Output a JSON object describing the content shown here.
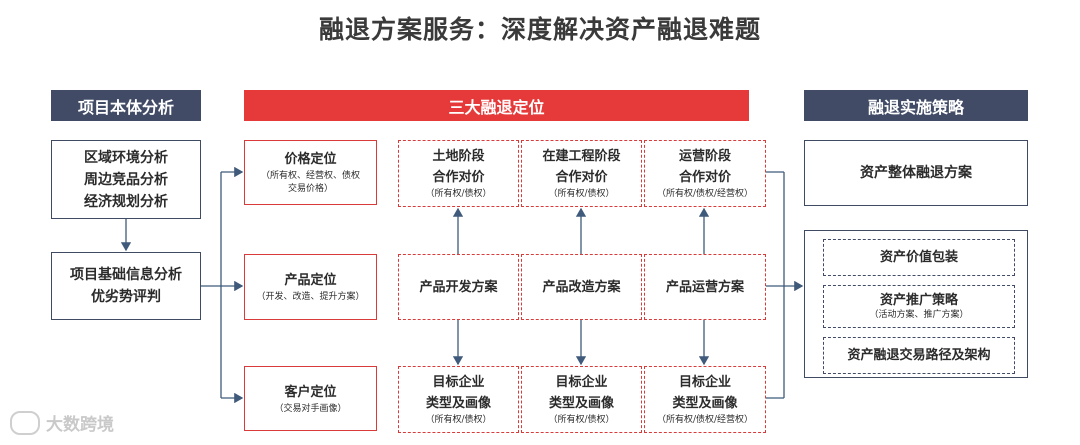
{
  "title": "融退方案服务：深度解决资产融退难题",
  "headers": {
    "left": "项目本体分析",
    "center": "三大融退定位",
    "right": "融退实施策略"
  },
  "left": {
    "box1": [
      "区域环境分析",
      "周边竞品分析",
      "经济规划分析"
    ],
    "box2": [
      "项目基础信息分析",
      "优劣势评判"
    ]
  },
  "positions": {
    "price": {
      "label": "价格定位",
      "sub1": "（所有权、经营权、债权",
      "sub2": "交易价格）"
    },
    "product": {
      "label": "产品定位",
      "sub1": "（开发、改造、提升方案）"
    },
    "customer": {
      "label": "客户定位",
      "sub1": "（交易对手画像）"
    }
  },
  "top_row": [
    {
      "l1": "土地阶段",
      "l2": "合作对价",
      "sub": "（所有权/债权）"
    },
    {
      "l1": "在建工程阶段",
      "l2": "合作对价",
      "sub": "（所有权/债权）"
    },
    {
      "l1": "运营阶段",
      "l2": "合作对价",
      "sub": "（所有权/债权/经营权）"
    }
  ],
  "mid_row": [
    "产品开发方案",
    "产品改造方案",
    "产品运营方案"
  ],
  "bottom_row": [
    {
      "l1": "目标企业",
      "l2": "类型及画像",
      "sub": "（所有权/债权）"
    },
    {
      "l1": "目标企业",
      "l2": "类型及画像",
      "sub": "（所有权/债权）"
    },
    {
      "l1": "目标企业",
      "l2": "类型及画像",
      "sub": "（所有权/债权/经营权）"
    }
  ],
  "right": {
    "top": "资产整体融退方案",
    "items": [
      {
        "label": "资产价值包装",
        "sub": ""
      },
      {
        "label": "资产推广策略",
        "sub": "（活动方案、推广方案）"
      },
      {
        "label": "资产融退交易路径及架构",
        "sub": ""
      }
    ]
  },
  "watermark": "大数跨境",
  "colors": {
    "navy": "#414b66",
    "red": "#e63a3a",
    "line": "#3f5a7a"
  }
}
